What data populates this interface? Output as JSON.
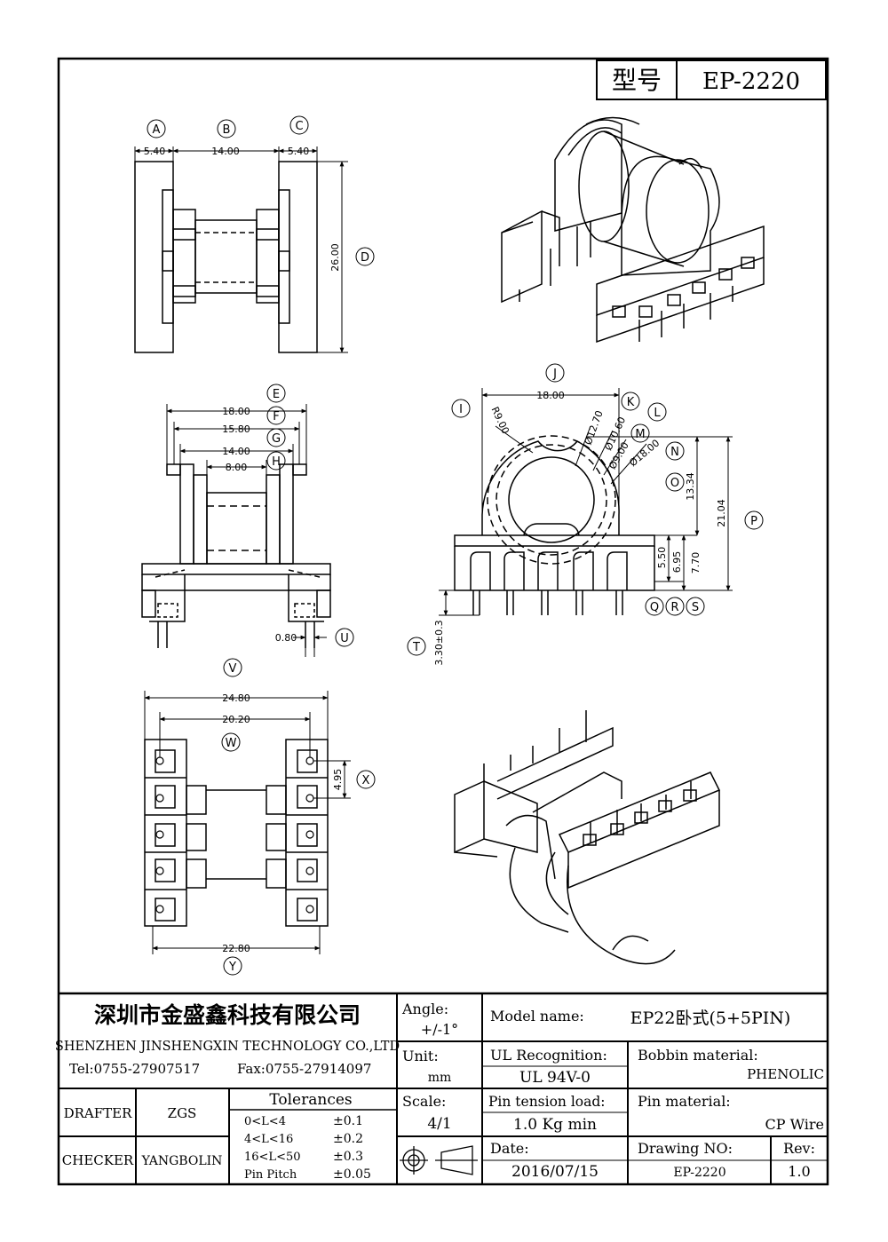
{
  "header": {
    "model_label": "型号",
    "model_value": "EP-2220"
  },
  "callouts": [
    "A",
    "B",
    "C",
    "D",
    "E",
    "F",
    "G",
    "H",
    "I",
    "J",
    "K",
    "L",
    "M",
    "N",
    "O",
    "P",
    "Q",
    "R",
    "S",
    "T",
    "U",
    "V",
    "W",
    "X",
    "Y"
  ],
  "dims": {
    "a": "5.40",
    "b": "14.00",
    "c": "5.40",
    "d": "26.00",
    "e": "18.00",
    "f": "15.80",
    "g": "14.00",
    "h": "8.00",
    "u": "0.80",
    "j": "18.00",
    "i_r": "R9.00",
    "k": "Ø12.70",
    "l": "Ø10.60",
    "m": "Ø9.00",
    "n": "Ø18.00",
    "o": "13.34",
    "p": "21.04",
    "q": "5.50",
    "r": "6.95",
    "s": "7.70",
    "t": "3.30±0.3",
    "v": "24.80",
    "w": "20.20",
    "x": "4.95",
    "y": "22.80"
  },
  "title_block": {
    "company_cn": "深圳市金盛鑫科技有限公司",
    "company_en": "SHENZHEN JINSHENGXIN TECHNOLOGY CO.,LTD",
    "tel": "Tel:0755-27907517",
    "fax": "Fax:0755-27914097",
    "angle_label": "Angle:",
    "angle_value": "+/-1°",
    "unit_label": "Unit:",
    "unit_value": "mm",
    "scale_label": "Scale:",
    "scale_value": "4/1",
    "model_name_label": "Model name:",
    "model_name_value": "EP22卧式(5+5PIN)",
    "ul_label": "UL Recognition:",
    "ul_value": "UL 94V-0",
    "bobbin_label": "Bobbin material:",
    "bobbin_value": "PHENOLIC",
    "pin_tension_label": "Pin tension load:",
    "pin_tension_value": "1.0 Kg min",
    "pin_material_label": "Pin material:",
    "pin_material_value": "CP Wire",
    "date_label": "Date:",
    "date_value": "2016/07/15",
    "drawing_no_label": "Drawing NO:",
    "drawing_no_value": "EP-2220",
    "rev_label": "Rev:",
    "rev_value": "1.0",
    "drafter_label": "DRAFTER",
    "drafter_value": "ZGS",
    "checker_label": "CHECKER",
    "checker_value": "YANGBOLIN",
    "tolerances_label": "Tolerances",
    "tolerances": [
      {
        "range": "0<L<4",
        "tol": "±0.1"
      },
      {
        "range": "4<L<16",
        "tol": "±0.2"
      },
      {
        "range": "16<L<50",
        "tol": "±0.3"
      },
      {
        "range": "Pin Pitch",
        "tol": "±0.05"
      }
    ]
  }
}
